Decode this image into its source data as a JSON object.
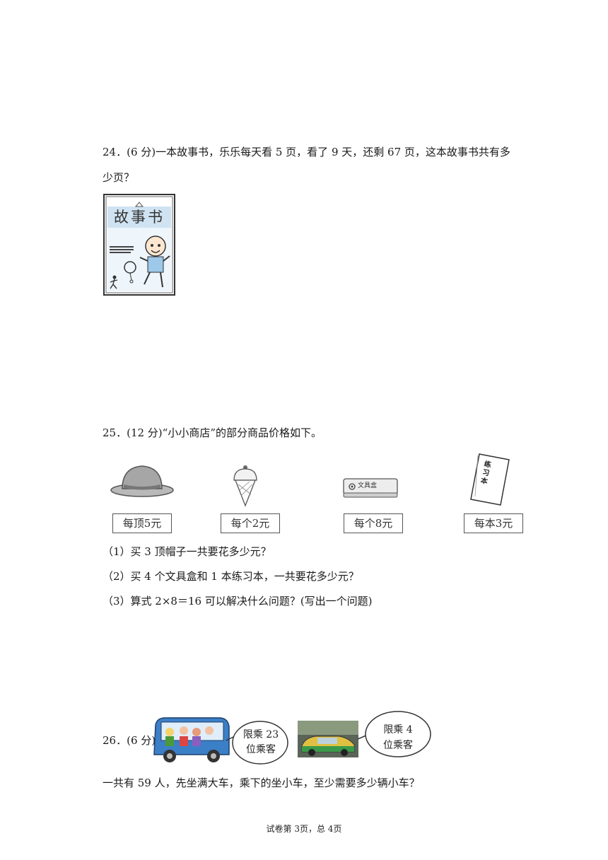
{
  "q24": {
    "line1": "24．(6 分)一本故事书，乐乐每天看 5 页，看了 9 天，还剩 67 页，这本故事书共有多",
    "line2": "少页？",
    "book_title": "故事书"
  },
  "q25": {
    "heading": "25．(12 分)“小小商店”的部分商品价格如下。",
    "items": [
      {
        "label": "每顶5元",
        "icon": "hat-icon"
      },
      {
        "label": "每个2元",
        "icon": "ice-cream-icon"
      },
      {
        "label": "每个8元",
        "icon": "pencil-box-icon",
        "box_text": "文具盒"
      },
      {
        "label": "每本3元",
        "icon": "exercise-book-icon",
        "book_text": "练习本"
      }
    ],
    "sub1": "（1）买 3 顶帽子一共要花多少元？",
    "sub2": "（2）买 4 个文具盒和 1 本练习本，一共要花多少元？",
    "sub3": "（3）算式 2×8＝16 可以解决什么问题？(写出一个问题)"
  },
  "q26": {
    "label": "26．(6 分)",
    "bus_bubble_line1": "限乘 23",
    "bus_bubble_line2": "位乘客",
    "car_bubble_line1": "限乘 4",
    "car_bubble_line2": "位乘客",
    "question": "一共有 59 人，先坐满大车，乘下的坐小车，至少需要多少辆小车？"
  },
  "footer": "试卷第 3页，总 4页"
}
